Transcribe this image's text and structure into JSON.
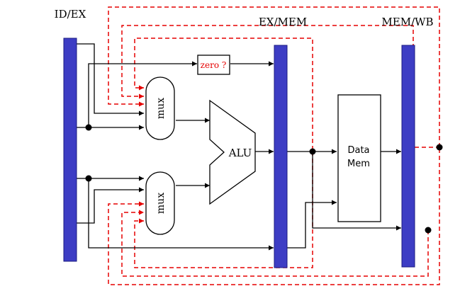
{
  "labels": {
    "id_ex": "ID/EX",
    "ex_mem": "EX/MEM",
    "mem_wb": "MEM/WB",
    "zero": "zero ?",
    "mux_top": "mux",
    "mux_bottom": "mux",
    "alu": "ALU",
    "data_mem_line1": "Data",
    "data_mem_line2": "Mem"
  },
  "colors": {
    "pipeline_register": "#3d3dc4",
    "forwarding_path": "#e60000",
    "datapath": "#000000"
  }
}
